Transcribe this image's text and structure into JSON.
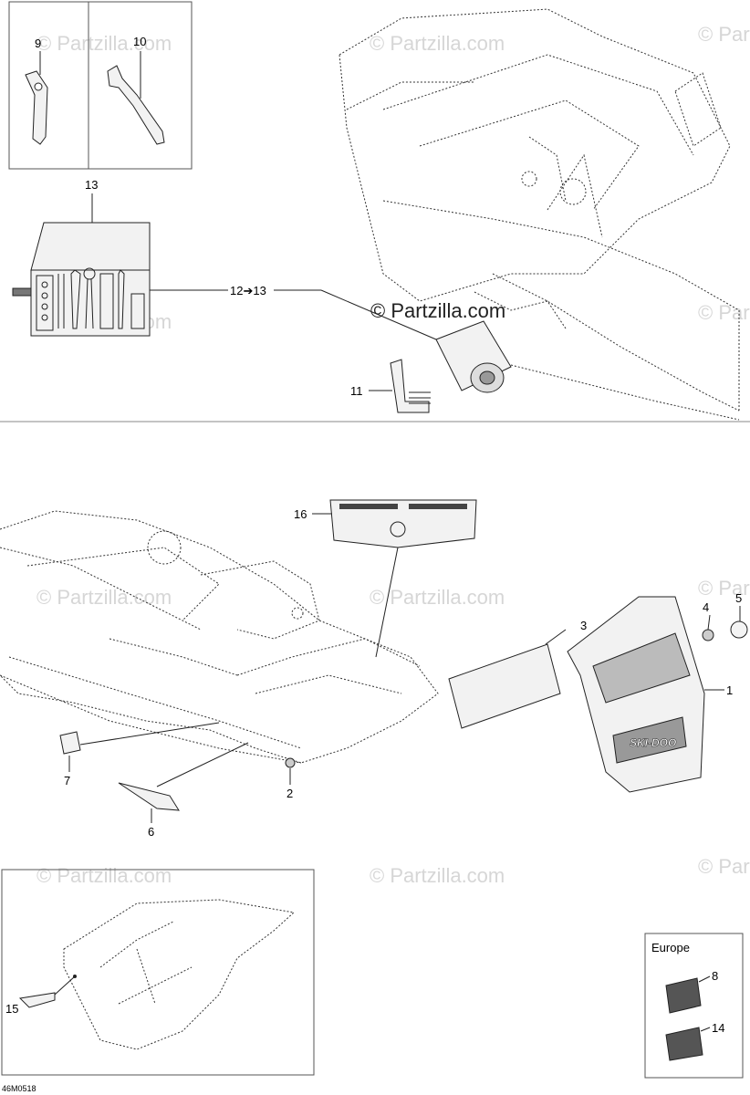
{
  "diagram_code": "46M0518",
  "region_label": "Europe",
  "watermark": {
    "text": "© Partzilla.com",
    "faint": "© Partzilla.com"
  },
  "callouts": {
    "c1": "1",
    "c2": "2",
    "c3": "3",
    "c4": "4",
    "c5": "5",
    "c6": "6",
    "c7": "7",
    "c8": "8",
    "c9": "9",
    "c10": "10",
    "c11": "11",
    "c12_13": "12➔13",
    "c13": "13",
    "c14": "14",
    "c15": "15",
    "c16": "16"
  },
  "colors": {
    "line": "#222222",
    "watermark": "#d6d6d6",
    "panel_border": "#555555"
  }
}
